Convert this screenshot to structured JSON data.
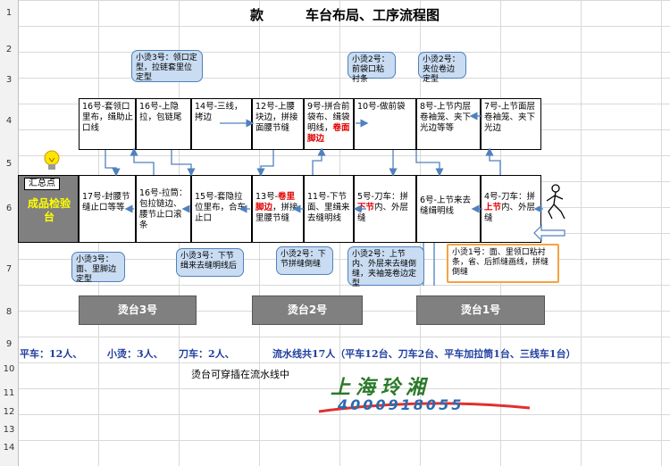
{
  "title_prefix": "款",
  "title_main": "车台布局、工序流程图",
  "row_numbers": [
    "1",
    "2",
    "3",
    "4",
    "5",
    "6",
    "7",
    "8",
    "9",
    "10",
    "11",
    "12",
    "13",
    "14"
  ],
  "top_row": [
    {
      "text": "16号-套领口里布，缉助止口线"
    },
    {
      "text": "16号-上隐拉，包链尾"
    },
    {
      "text": "14号-三线，拷边"
    },
    {
      "text": "12号-上腰块边，拼接面腰节缝"
    },
    {
      "pre": "9号-拼合前袋布、缉袋明线，",
      "red": "卷面脚边"
    },
    {
      "text": "10号-做前袋"
    },
    {
      "text": "8号-上节内层卷袖笼、夹下光边等等"
    },
    {
      "text": "7号-上节面层卷袖笼、夹下光边"
    }
  ],
  "bottom_row": [
    {
      "text": "17号-封腰节缝止口等等"
    },
    {
      "text": "16号-拉筒：包拉链边、腰节止口滚条"
    },
    {
      "text": "15号-套隐拉位里布，合车止口"
    },
    {
      "pre": "13号-",
      "red": "卷里脚边",
      "post": "，拼接里腰节缝"
    },
    {
      "text": "11号-下节面、里缉来去缝明线"
    },
    {
      "pre": "5号-刀车：拼",
      "red": "下节",
      "post": "内、外层缝"
    },
    {
      "text": "6号-上节来去缝缉明线"
    },
    {
      "pre": "4号-刀车：拼",
      "red": "上节",
      "post": "内、外层缝"
    }
  ],
  "summary_label": "汇总点",
  "inspection_label": "成品检验台",
  "callouts": [
    {
      "text": "小烫3号：领口定型，拉链套里位定型"
    },
    {
      "text": "小烫2号：前袋口粘衬条"
    },
    {
      "text": "小烫2号：夹位卷边定型"
    },
    {
      "text": "小烫3号：面、里脚边定型"
    },
    {
      "text": "小烫3号：下节缉来去缝明线后"
    },
    {
      "text": "小烫2号：下节拼缝倒缝"
    },
    {
      "text": "小烫2号：上节内、外层来去缝倒缝，夹袖笼卷边定型"
    },
    {
      "text": "小烫1号：面、里领口粘衬条，省、后抓缝画线，拼缝倒缝"
    }
  ],
  "press_tables": [
    "烫台3号",
    "烫台2号",
    "烫台1号"
  ],
  "stats": {
    "flat": "平车：12人、",
    "iron": "小烫：3人、",
    "knife": "刀车：2人、",
    "line": "流水线共17人（平车12台、刀车2台、平车加拉筒1台、三线车1台）"
  },
  "note": "烫台可穿插在流水线中",
  "brand": "上海玲湘",
  "phone": "4000918055",
  "colors": {
    "red": "#e00000",
    "callout_fill": "#c9dcf2",
    "press": "#808080",
    "stat_text": "#1f3fa0",
    "arrow": "#4f81bd",
    "orange": "#f4a340"
  }
}
